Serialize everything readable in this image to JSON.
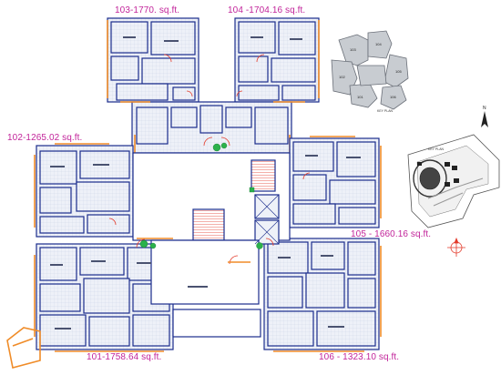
{
  "units": [
    {
      "id": "103",
      "label": "103-1770. sq.ft."
    },
    {
      "id": "104",
      "label": "104 -1704.16 sq.ft."
    },
    {
      "id": "102",
      "label": "102-1265.02 sq.ft."
    },
    {
      "id": "105",
      "label": "105 - 1660.16 sq.ft."
    },
    {
      "id": "101",
      "label": "101-1758.64 sq.ft."
    },
    {
      "id": "106",
      "label": "106 - 1323.10 sq.ft."
    }
  ],
  "key_plan_block": {
    "unit_numbers": [
      "103",
      "104",
      "102",
      "105",
      "101",
      "106"
    ],
    "caption": "KEY PLAN",
    "subcaption": "KEY PLAN"
  },
  "colors": {
    "label": "#c2249a",
    "wall": "#1a2c8c",
    "room_fill": "#dfe4f2",
    "balcony": "#f08c28",
    "green": "#2bb14b",
    "red": "#e33a2a",
    "keyplan_fill": "#c8ccd1"
  },
  "icons": [
    "north-arrow-icon",
    "compass-icon"
  ]
}
